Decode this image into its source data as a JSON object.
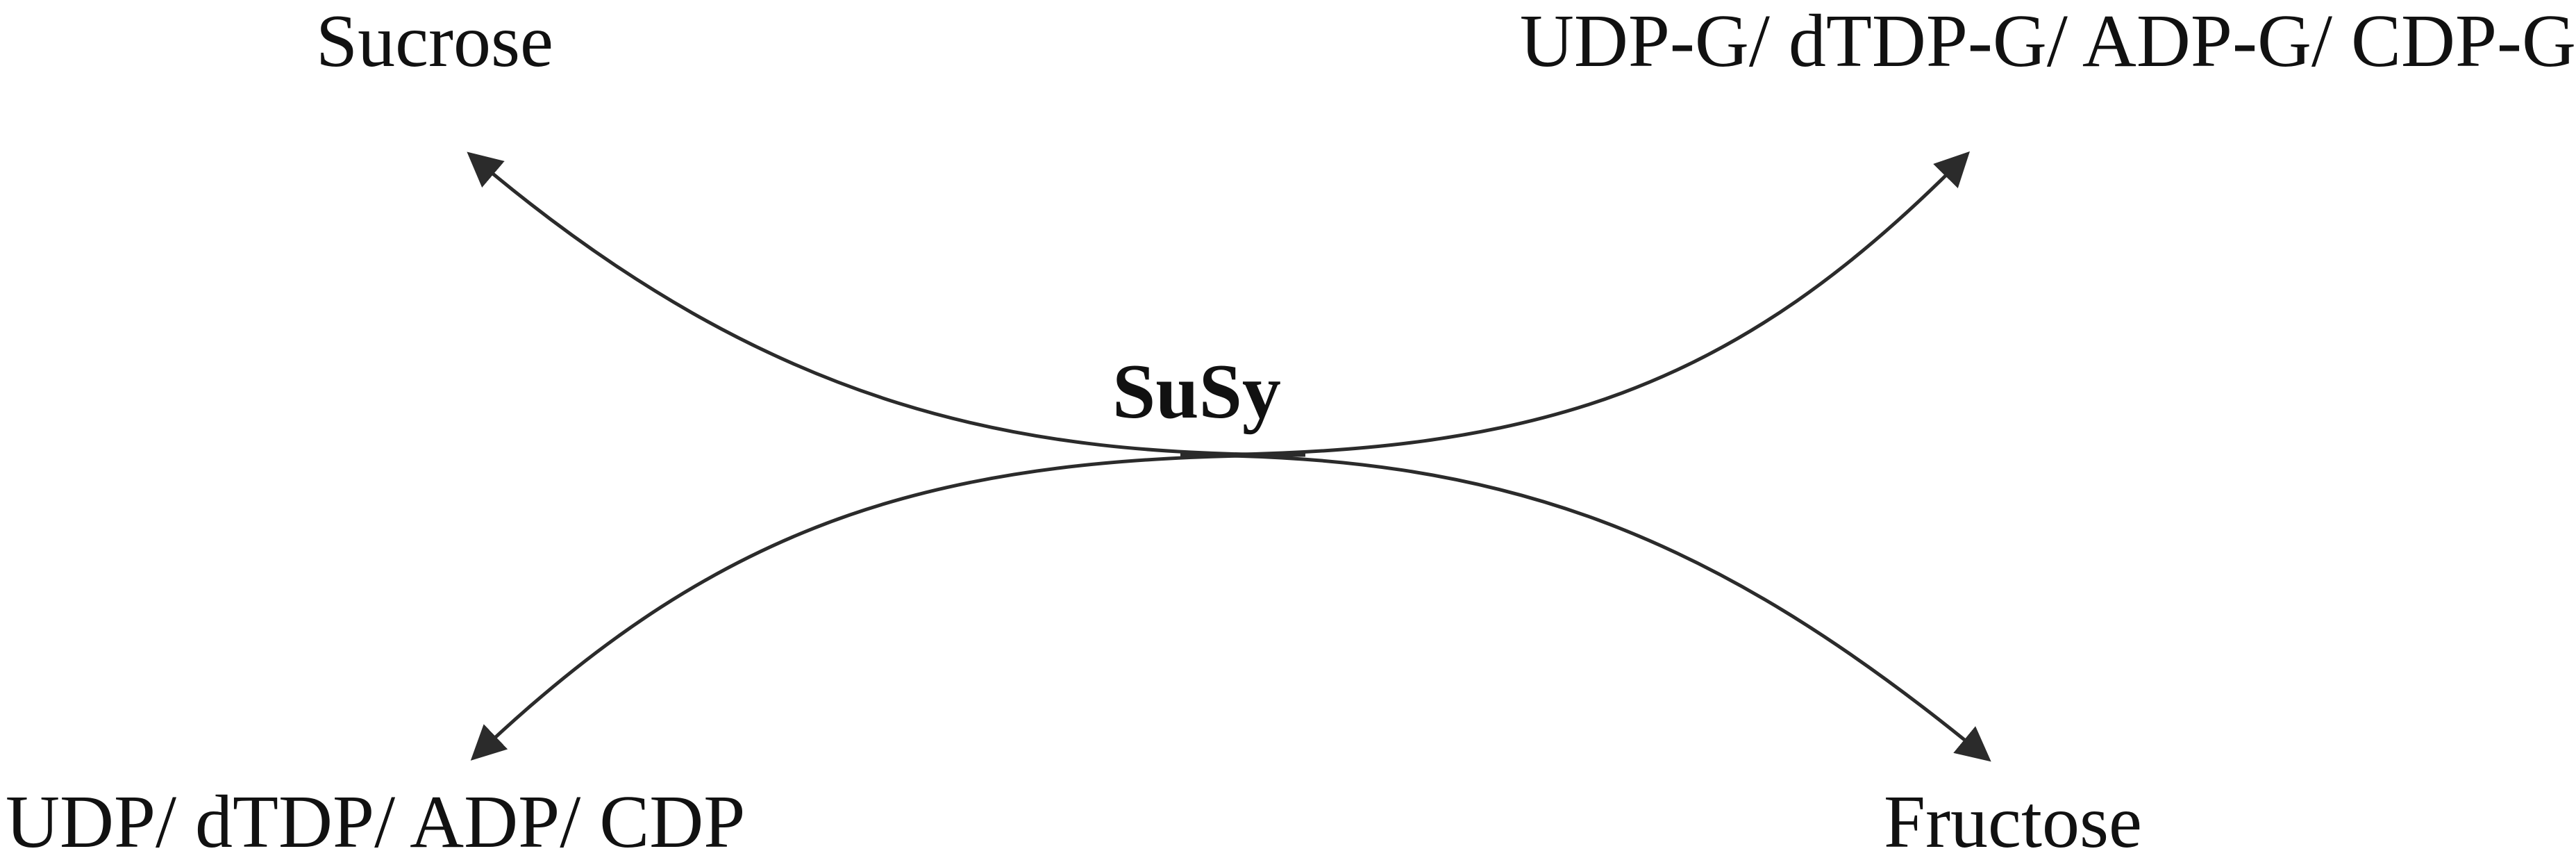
{
  "labels": {
    "top_left": "Sucrose",
    "top_right": "UDP-G/ dTDP-G/ ADP-G/ CDP-G",
    "bottom_left": "UDP/ dTDP/ ADP/ CDP",
    "bottom_right": "Fructose",
    "enzyme": "SuSy"
  },
  "colors": {
    "stroke": "#2b2b2b",
    "arrowhead": "#2b2b2b",
    "text": "#111111"
  }
}
